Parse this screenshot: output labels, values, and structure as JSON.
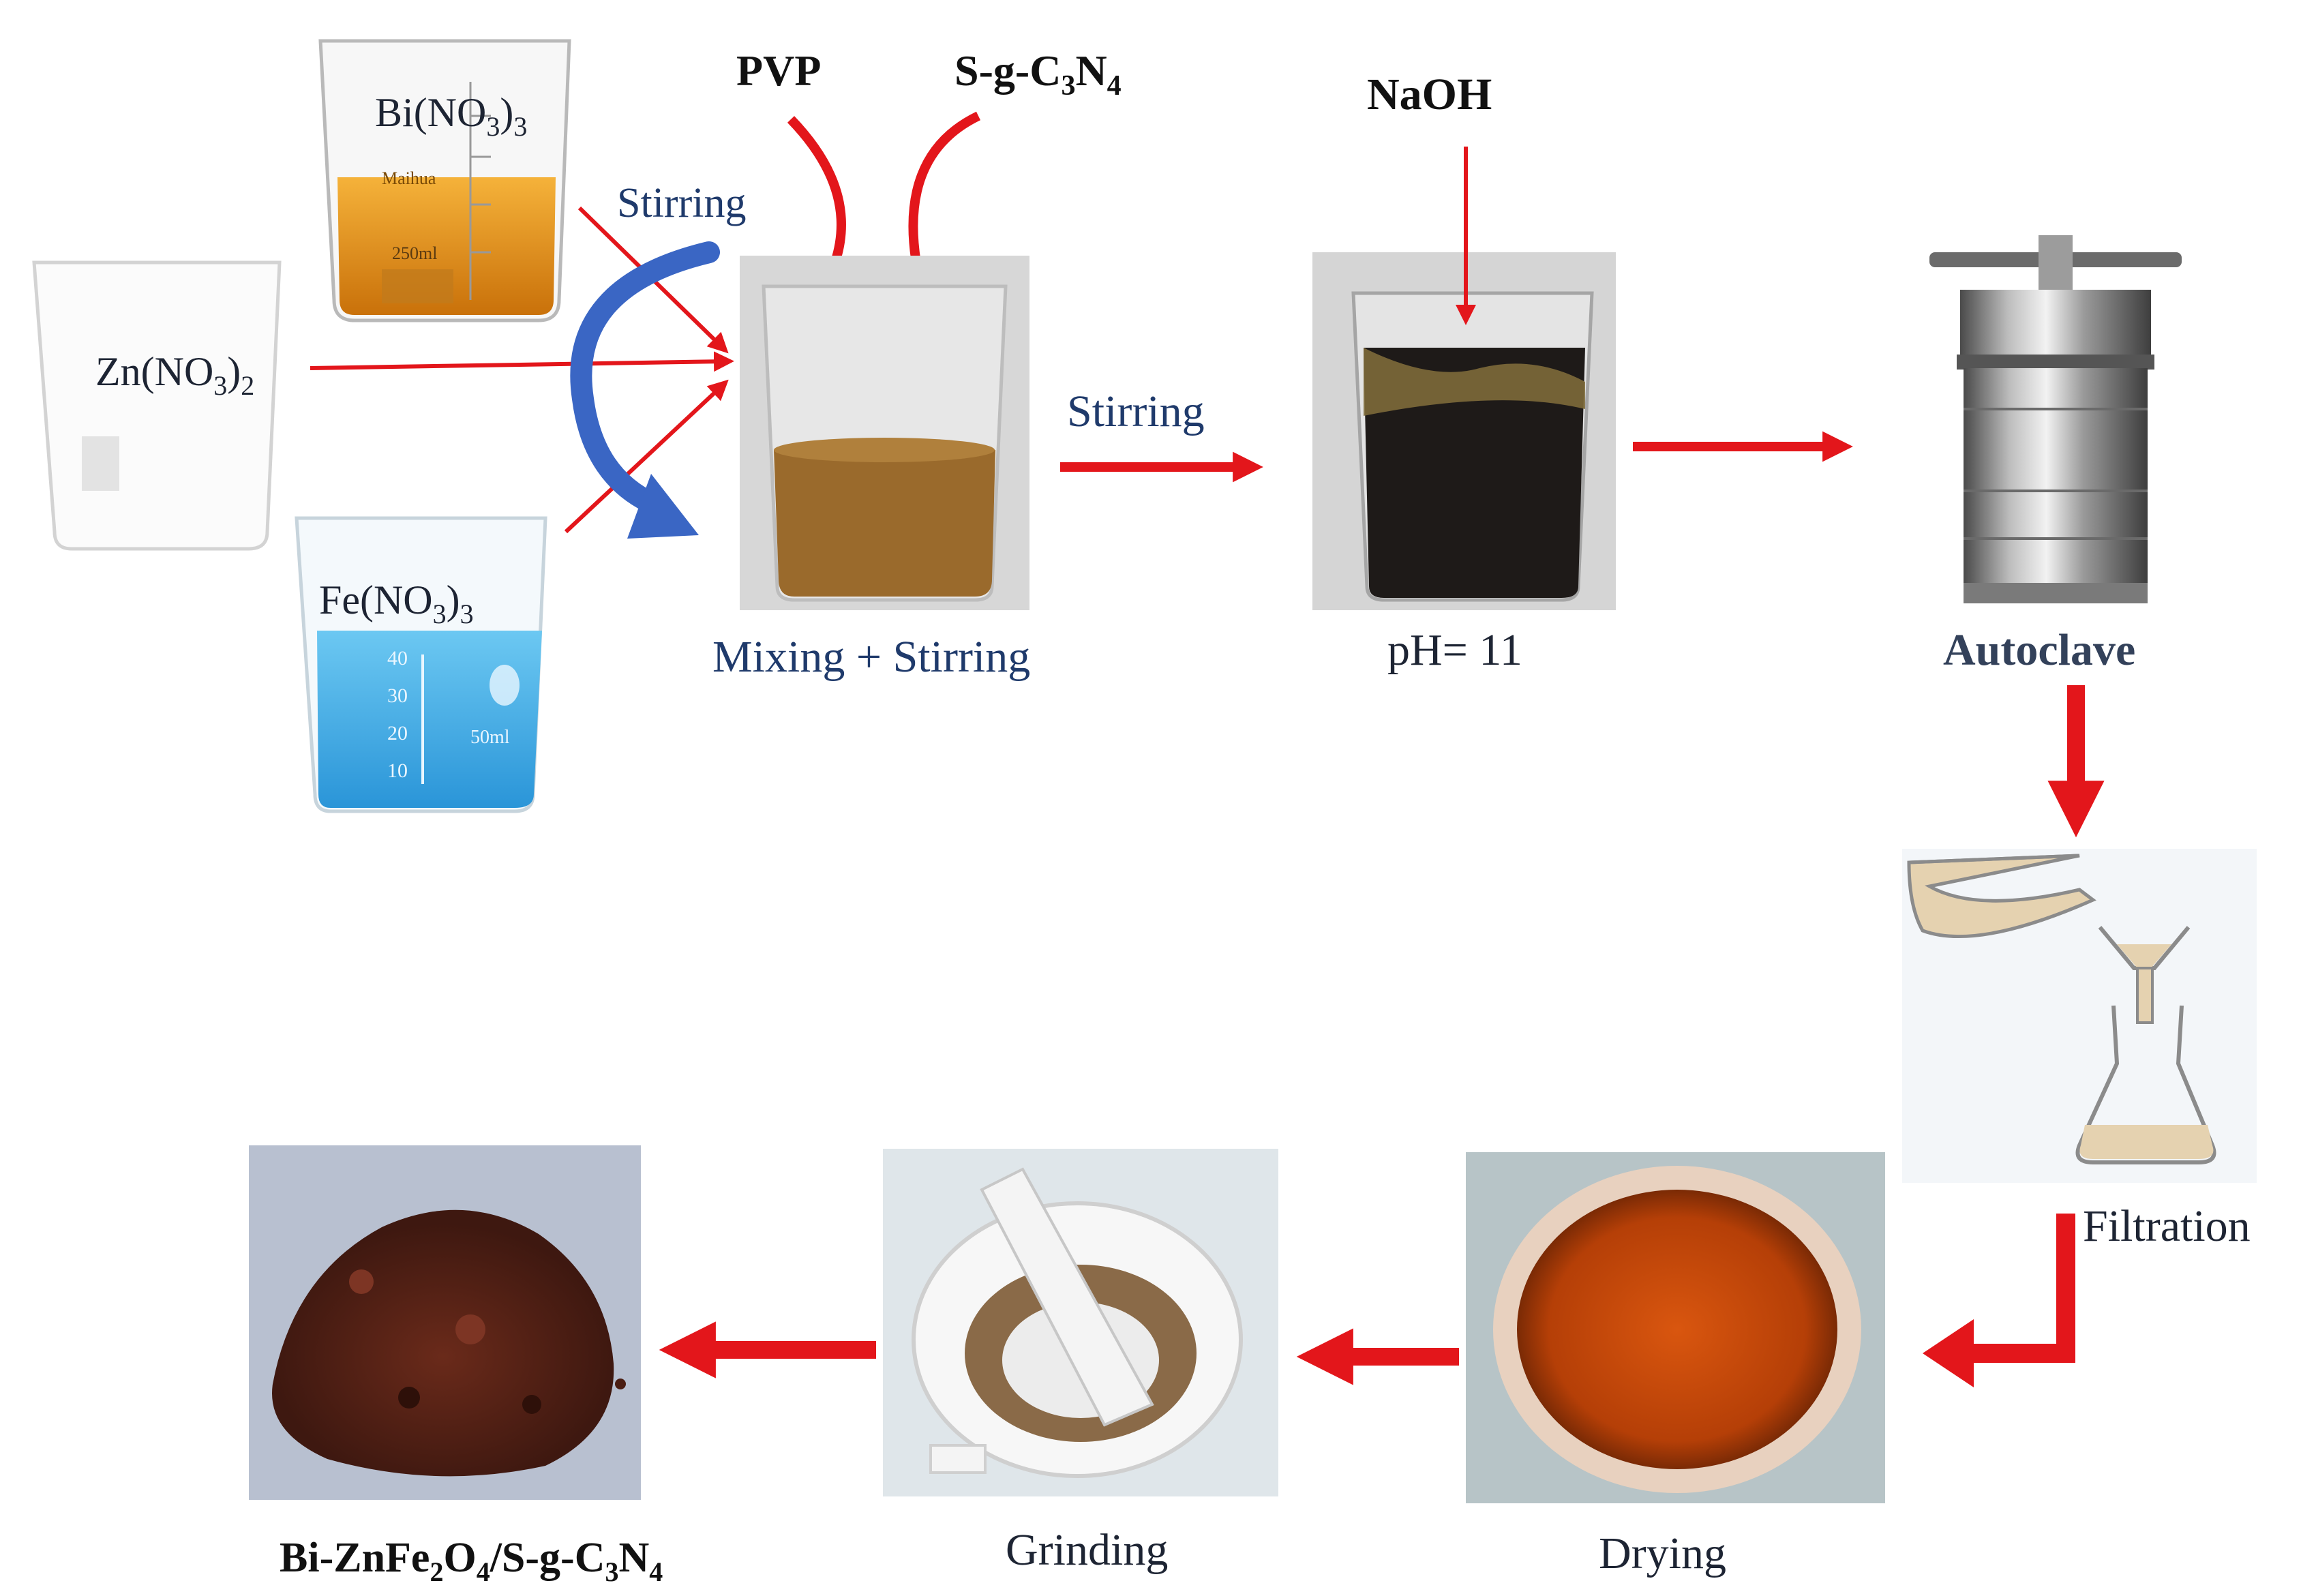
{
  "reagents": {
    "bi": {
      "pre": "Bi(NO",
      "sub": "3",
      "post": ")",
      "sub2": "3"
    },
    "zn": {
      "pre": "Zn(NO",
      "sub": "3",
      "post": ")",
      "sub2": "2"
    },
    "fe": {
      "pre": "Fe(NO",
      "sub": "3",
      "post": ")",
      "sub2": "3"
    },
    "pvp": "PVP",
    "sgcn": {
      "a": "S-g-C",
      "s1": "3",
      "b": "N",
      "s2": "4"
    },
    "naoh": "NaOH"
  },
  "beaker_marks": {
    "bi_brand": "Maihua",
    "bi_volume": "250ml",
    "fe_volume": "50ml",
    "fe_scale": [
      "40",
      "30",
      "20",
      "10"
    ]
  },
  "steps": {
    "stirring_curved": "Stirring",
    "mixing": "Mixing  + Stirring",
    "stirring_arrow": "Stirring",
    "ph": "pH= 11",
    "autoclave": "Autoclave",
    "filtration": "Filtration",
    "drying": "Drying",
    "grinding": "Grinding"
  },
  "product": {
    "a": "Bi-ZnFe",
    "s1": "2",
    "b": "O",
    "s2": "4",
    "c": "/S-g-C",
    "s3": "3",
    "d": "N",
    "s4": "4"
  },
  "colors": {
    "arrow_red": "#e3161b",
    "arrow_blue": "#3a66c4",
    "bi_solution": "#e8920e",
    "fe_solution": "#3fb0ea",
    "mix_solution": "#9a6a2c",
    "naoh_solution": "#1e1a18",
    "dried_product": "#c24a0c",
    "powder": "#5a2418"
  }
}
